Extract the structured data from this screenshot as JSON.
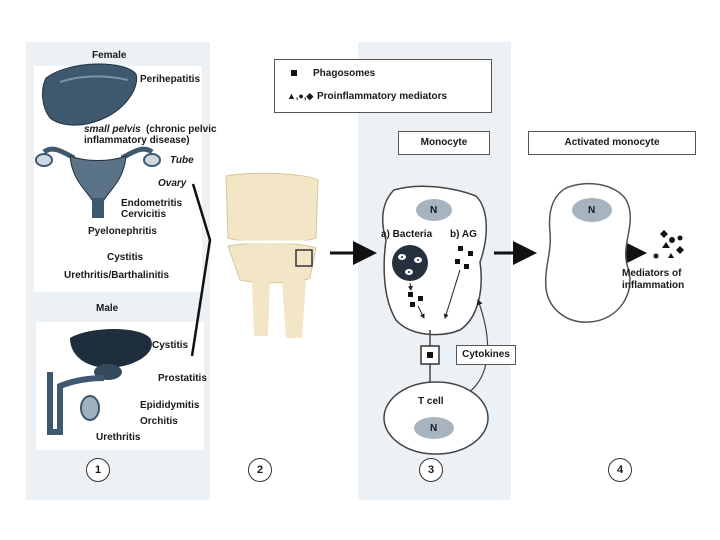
{
  "legend": {
    "phagosomes_label": "Phagosomes",
    "mediators_label": "Proinflammatory mediators",
    "mediator_symbols": "▲,●,◆"
  },
  "panel1": {
    "female_heading": "Female",
    "female_labels": [
      "Perihepatitis",
      "small pelvis",
      "(chronic pelvic",
      "inflammatory disease)",
      "Tube",
      "Ovary",
      "Endometritis",
      "Cervicitis",
      "Pyelonephritis",
      "Cystitis",
      "Urethritis/Barthalinitis"
    ],
    "male_heading": "Male",
    "male_labels": [
      "Cystitis",
      "Prostatitis",
      "Epididymitis",
      "Orchitis",
      "Urethritis"
    ]
  },
  "panel3": {
    "title": "Monocyte",
    "nucleus": "N",
    "bacteria_label": "a) Bacteria",
    "ag_label": "b) AG",
    "cytokines_label": "Cytokines",
    "tcell_label": "T cell",
    "tcell_nucleus": "N"
  },
  "panel4": {
    "title": "Activated monocyte",
    "nucleus": "N",
    "mediators_line1": "Mediators of",
    "mediators_line2": "inflammation"
  },
  "step_numbers": [
    "1",
    "2",
    "3",
    "4"
  ]
}
